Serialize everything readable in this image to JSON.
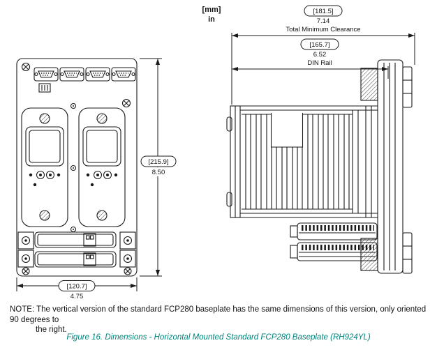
{
  "units": {
    "mm": "[mm]",
    "in": "in"
  },
  "dimensions": {
    "clearance": {
      "mm": "[181.5]",
      "in": "7.14",
      "label": "Total Minimum Clearance"
    },
    "din_rail": {
      "mm": "[165.7]",
      "in": "6.52",
      "label": "DIN Rail"
    },
    "height": {
      "mm": "[215.9]",
      "in": "8.50"
    },
    "width": {
      "mm": "[120.7]",
      "in": "4.75"
    }
  },
  "note": {
    "line1": "NOTE: The vertical version of the standard FCP280 baseplate has the same dimensions of this version, only oriented 90 degrees to",
    "line2": "the right."
  },
  "caption": "Figure 16. Dimensions - Horizontal Mounted Standard FCP280 Baseplate (RH924YL)",
  "colors": {
    "caption": "#00857c",
    "ink": "#1a1a1a"
  }
}
